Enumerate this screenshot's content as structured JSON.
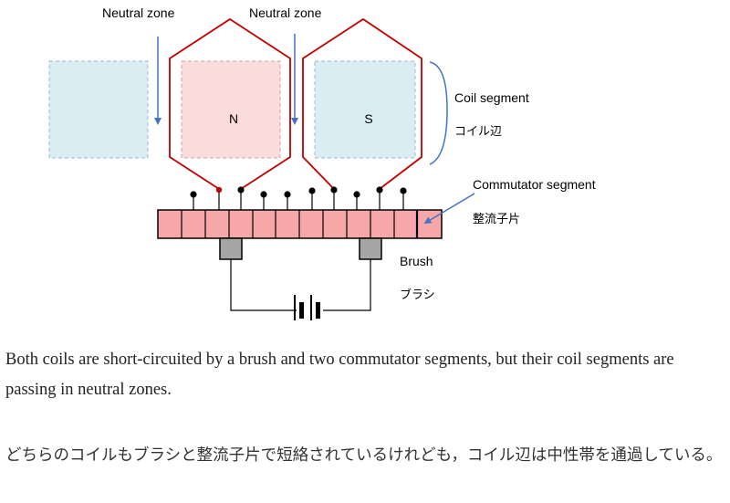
{
  "diagram": {
    "labels": {
      "neutral_zone_left": "Neutral zone",
      "neutral_zone_right": "Neutral zone",
      "coil_segment_en": "Coil segment",
      "coil_segment_jp": "コイル辺",
      "commutator_en": "Commutator segment",
      "commutator_jp": "整流子片",
      "brush_en": "Brush",
      "brush_jp": "ブラシ",
      "pole_north": "N",
      "pole_south": "S"
    },
    "colors": {
      "coil": "#c00000",
      "arrow": "#4472c4",
      "north_pole": "#fbdcdc",
      "south_pole": "#d9edf2",
      "commutator": "#f7a7a7",
      "brush": "#a6a6a6"
    },
    "commutator_segment_count": 12
  },
  "caption": {
    "english": "Both coils are short-circuited by a brush and two commutator segments, but their coil segments are passing in neutral zones.",
    "japanese": "どちらのコイルもブラシと整流子片で短絡されているけれども，コイル辺は中性帯を通過している。"
  }
}
